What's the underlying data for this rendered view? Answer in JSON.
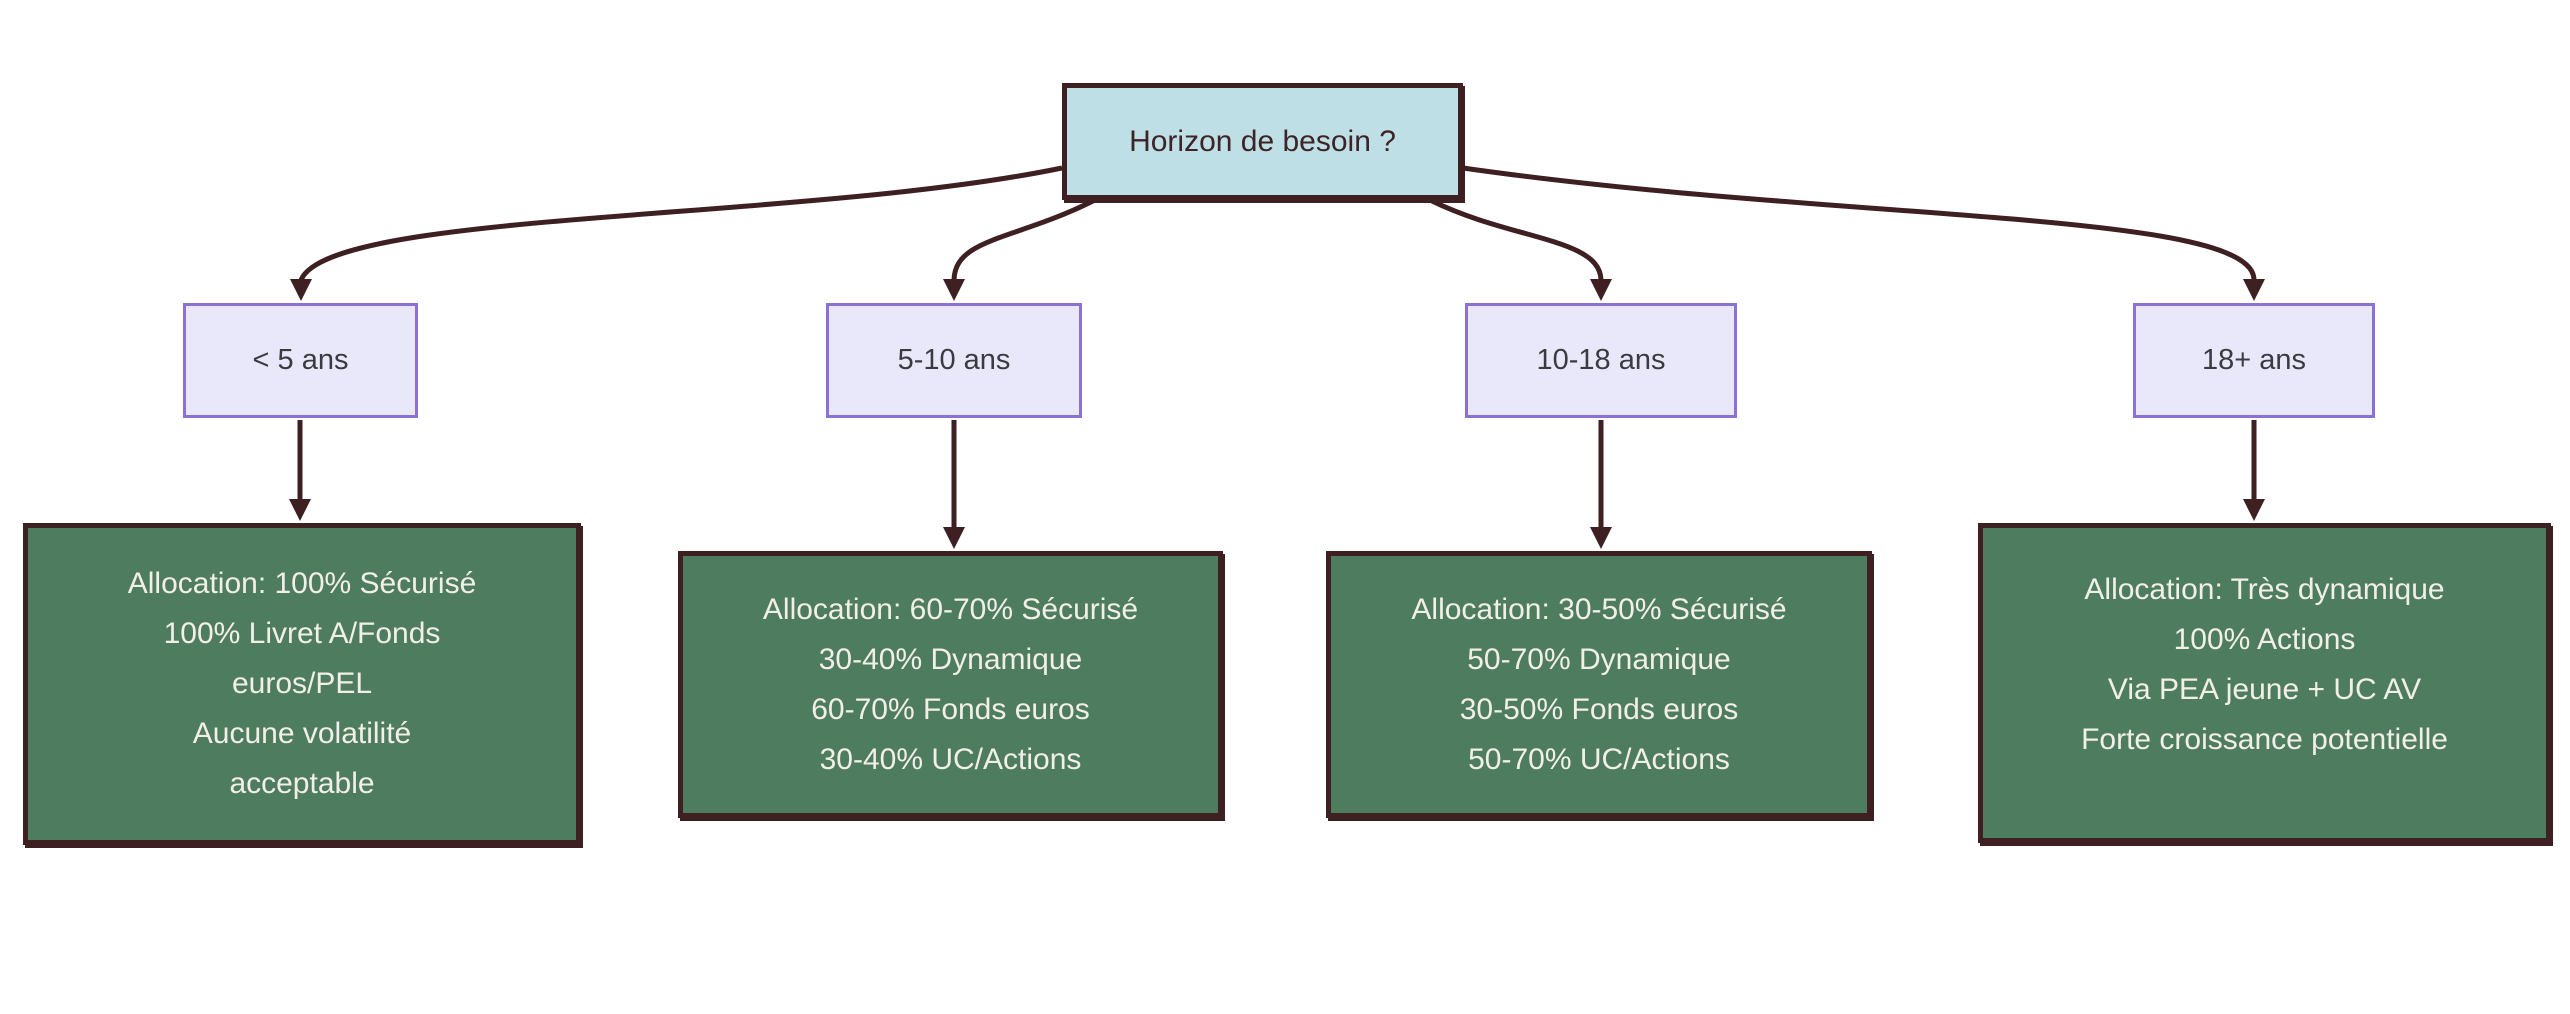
{
  "diagram": {
    "type": "decision-tree",
    "language": "fr",
    "root": {
      "label": "Horizon de besoin ?"
    },
    "branches": [
      {
        "label": "< 5 ans",
        "lines": [
          "Allocation: 100% Sécurisé",
          "100% Livret A/Fonds",
          "euros/PEL",
          "Aucune volatilité",
          "acceptable"
        ]
      },
      {
        "label": "5-10 ans",
        "lines": [
          "Allocation: 60-70% Sécurisé",
          "30-40% Dynamique",
          "60-70% Fonds euros",
          "30-40% UC/Actions"
        ]
      },
      {
        "label": "10-18 ans",
        "lines": [
          "Allocation: 30-50% Sécurisé",
          "50-70% Dynamique",
          "30-50% Fonds euros",
          "50-70% UC/Actions"
        ]
      },
      {
        "label": "18+ ans",
        "lines": [
          "Allocation: Très dynamique",
          "100% Actions",
          "Via PEA jeune + UC AV",
          "Forte croissance potentielle"
        ]
      }
    ],
    "colors": {
      "root_fill": "#bfdfe7",
      "root_border": "#3e2023",
      "root_text": "#3d2426",
      "branch_fill": "#e9e8fa",
      "branch_border": "#8b71d3",
      "branch_text": "#3a3b40",
      "leaf_fill": "#4e7c5f",
      "leaf_border": "#3e2023",
      "leaf_text": "#f2efe6",
      "connector": "#3e2023",
      "background": "#ffffff"
    }
  }
}
